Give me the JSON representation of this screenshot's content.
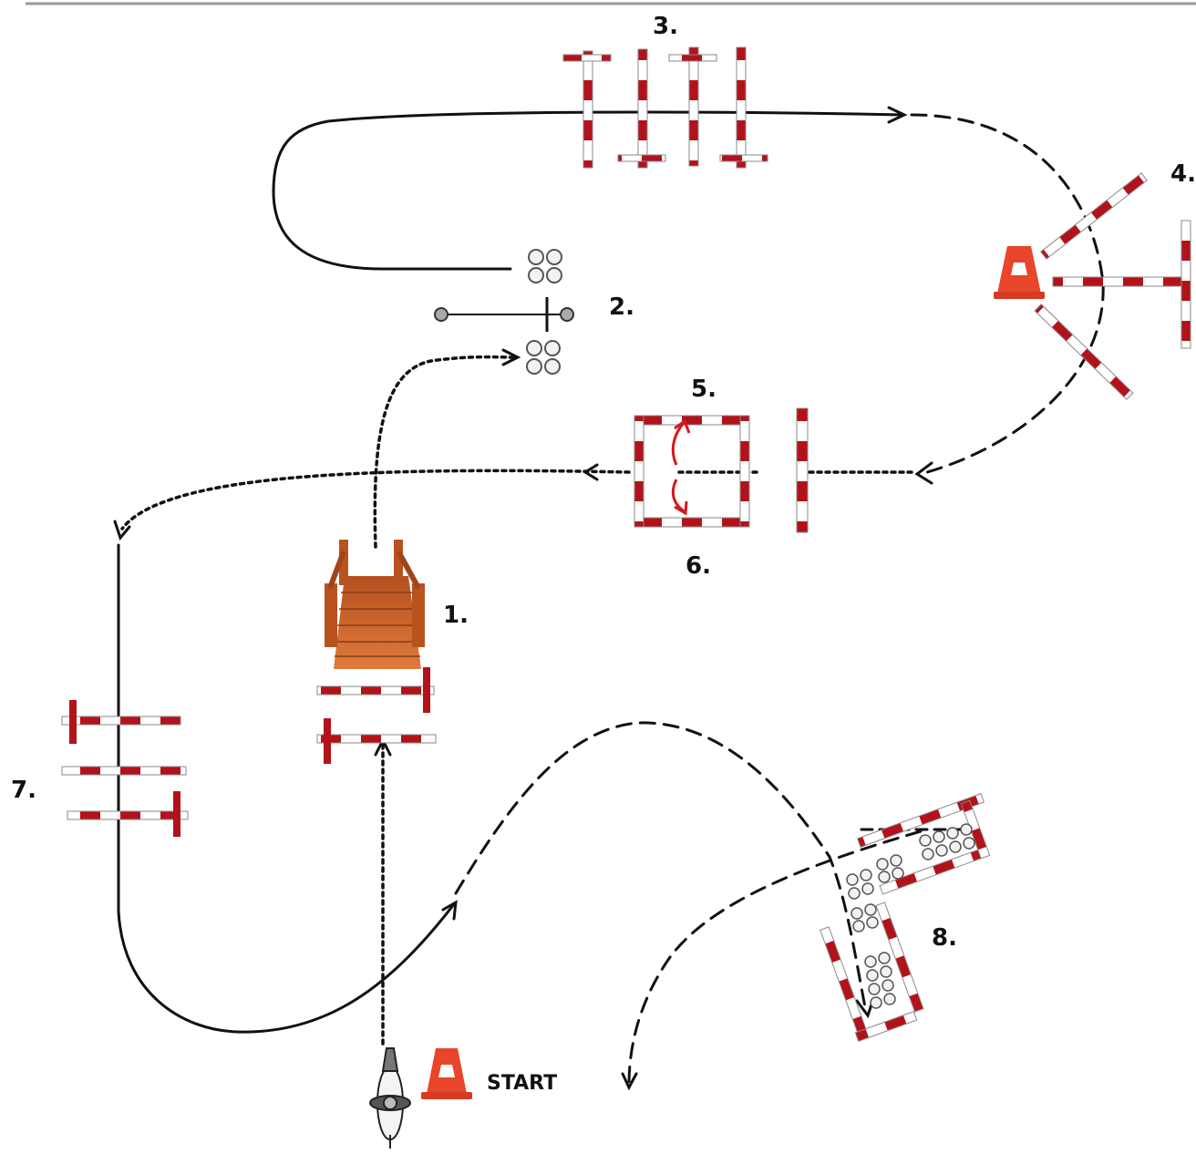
{
  "labels": {
    "obstacle_1": "1.",
    "obstacle_2": "2.",
    "obstacle_3": "3.",
    "obstacle_4": "4.",
    "obstacle_5": "5.",
    "obstacle_6": "6.",
    "obstacle_7": "7.",
    "obstacle_8": "8.",
    "start": "START"
  },
  "colors": {
    "pole_red": "#b3121b",
    "pole_white": "#ffffff",
    "path": "#111111",
    "wood": "#c8622a",
    "cone": "#e8452a",
    "arrow_red": "#d21a1a"
  }
}
